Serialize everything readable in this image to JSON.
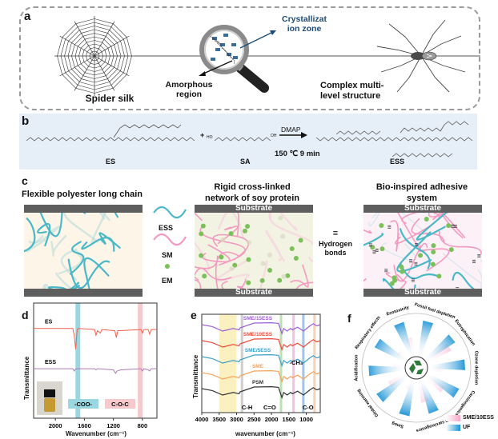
{
  "panel_a": {
    "letter": "a",
    "spider_silk": "Spider silk",
    "amorphous": "Amorphous region",
    "crystal_line1": "Crystallizat",
    "crystal_line2": "ion zone",
    "complex_line1": "Complex multi-",
    "complex_line2": "level structure"
  },
  "panel_b": {
    "letter": "b",
    "reactant1": "ES",
    "plus": "+",
    "reactant2": "SA",
    "catalyst": "DMAP",
    "conditions": "150 ℃  9 min",
    "product": "ESS",
    "ho": "HO",
    "oh": "OH"
  },
  "panel_c": {
    "letter": "c",
    "title_left": "Flexible polyester long chain",
    "title_mid_1": "Rigid cross-linked",
    "title_mid_2": "network of soy protein",
    "title_right_1": "Bio-inspired adhesive",
    "title_right_2": "system",
    "substrate": "Substrate",
    "legend": {
      "ess": "ESS",
      "sm": "SM",
      "em": "EM"
    },
    "hbond_symbol": "≡",
    "hbond_1": "Hydrogen",
    "hbond_2": "bonds",
    "colors": {
      "ess": "#4bb8c8",
      "sm": "#f29ac0",
      "em": "#7cc05a",
      "substrate": "#5e5e5e"
    }
  },
  "chart_data": [
    {
      "panel": "d",
      "type": "line",
      "xlabel": "Wavenumber  (cm⁻¹)",
      "ylabel": "Transmittance",
      "xlim": [
        2300,
        600
      ],
      "xticks": [
        "2000",
        "1600",
        "1200",
        "800"
      ],
      "xtick_values": [
        2000,
        1600,
        1200,
        800
      ],
      "series": [
        {
          "name": "ES",
          "color": "#f0604a",
          "x": [
            2300,
            1760,
            1740,
            1720,
            1700,
            1680,
            1460,
            1440,
            1420,
            1380,
            1360,
            1180,
            1160,
            1140,
            820,
            800,
            780,
            720,
            700,
            680,
            600
          ],
          "y": [
            0.78,
            0.78,
            0.72,
            0.6,
            0.77,
            0.78,
            0.77,
            0.72,
            0.76,
            0.74,
            0.77,
            0.76,
            0.7,
            0.76,
            0.77,
            0.74,
            0.77,
            0.77,
            0.73,
            0.77,
            0.77
          ]
        },
        {
          "name": "ESS",
          "color": "#b07ab8",
          "x": [
            2300,
            1760,
            1740,
            1720,
            1700,
            1460,
            1440,
            1420,
            1200,
            1170,
            1150,
            1100,
            820,
            800,
            780,
            720,
            700,
            680,
            600
          ],
          "y": [
            0.43,
            0.43,
            0.41,
            0.43,
            0.43,
            0.43,
            0.42,
            0.43,
            0.42,
            0.39,
            0.41,
            0.42,
            0.43,
            0.41,
            0.43,
            0.42,
            0.41,
            0.43,
            0.43
          ]
        }
      ],
      "bands": [
        {
          "label": "-COO-",
          "center": 1690,
          "color": "#9ad7e0"
        },
        {
          "label": "C-O-C",
          "center": 830,
          "color": "#f8c9cc"
        }
      ]
    },
    {
      "panel": "e",
      "type": "line",
      "xlabel": "wavenumber (cm⁻¹)",
      "ylabel": "Transmittance",
      "xlim": [
        4000,
        600
      ],
      "xticks": [
        "4000",
        "3500",
        "3000",
        "2500",
        "2000",
        "1500",
        "1000"
      ],
      "xtick_values": [
        4000,
        3500,
        3000,
        2500,
        2000,
        1500,
        1000
      ],
      "series": [
        {
          "name": "SME/15ESS",
          "color": "#9b5fd6",
          "offset": 4
        },
        {
          "name": "SME/10ESS",
          "color": "#ee4a3a",
          "offset": 3
        },
        {
          "name": "SME/5ESS",
          "color": "#3aa0c8",
          "offset": 2
        },
        {
          "name": "SME",
          "color": "#f5a25a",
          "offset": 1
        },
        {
          "name": "PSM",
          "color": "#333333",
          "offset": 0
        }
      ],
      "bands": [
        {
          "label": "",
          "range": [
            3500,
            3000
          ],
          "color": "#fbf1c0"
        },
        {
          "label": "C-H",
          "range": [
            2880,
            2840
          ],
          "color": "#cfcfcf"
        },
        {
          "label": "C=O",
          "range": [
            1760,
            1710
          ],
          "color": "#bfe0b5"
        },
        {
          "label": "-CH₃",
          "range": [
            1400,
            1360
          ],
          "color": "#f5c0e2"
        },
        {
          "label": "C-O",
          "range": [
            1120,
            1080
          ],
          "color": "#9ec6ea"
        },
        {
          "label": "",
          "range": [
            800,
            760
          ],
          "color": "#f9d2b5"
        }
      ]
    },
    {
      "panel": "f",
      "type": "radial-bar",
      "categories": [
        "Fossil fuel depletion",
        "Eutrophication",
        "Ozone depletion",
        "Carcinogenics",
        "Non carcinogenics",
        "Smog",
        "Global warming",
        "Acidification",
        "Respiratory effects",
        "Ecotoxicity"
      ],
      "series": [
        {
          "name": "SME/10ESS",
          "color": "#f5a6c8",
          "values": [
            0.2,
            0.72,
            0.35,
            0.6,
            0.62,
            0.3,
            0.52,
            0.3,
            0.32,
            0.5
          ]
        },
        {
          "name": "UF",
          "color": "#1a93d6",
          "values": [
            0.95,
            0.92,
            0.98,
            0.95,
            0.95,
            0.98,
            0.95,
            0.95,
            0.92,
            0.95
          ]
        }
      ],
      "center_icon": "recycle-icon"
    }
  ],
  "panel_d": {
    "letter": "d"
  },
  "panel_e": {
    "letter": "e"
  },
  "panel_f": {
    "letter": "f"
  }
}
